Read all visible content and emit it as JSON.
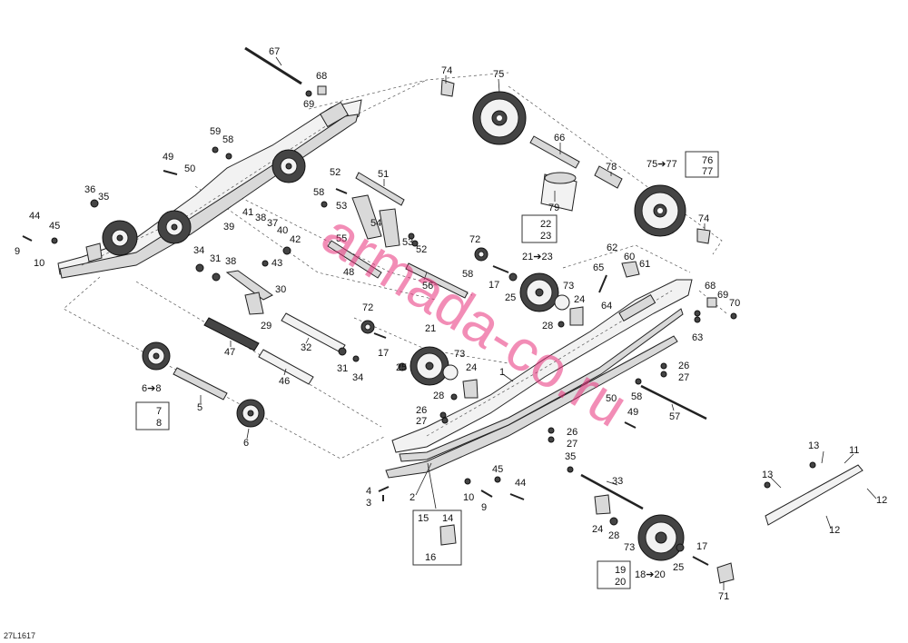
{
  "diagram": {
    "figure_code": "27L1617",
    "watermark": "armada-co.ru",
    "callouts": [
      "67",
      "68",
      "69",
      "74",
      "75",
      "66",
      "78",
      "79",
      "76",
      "77",
      "75➔77",
      "74",
      "59",
      "58",
      "49",
      "50",
      "36",
      "35",
      "44",
      "45",
      "9",
      "10",
      "52",
      "51",
      "58",
      "53",
      "54",
      "53",
      "52",
      "55",
      "48",
      "41",
      "37",
      "38",
      "40",
      "39",
      "42",
      "38",
      "43",
      "34",
      "31",
      "30",
      "29",
      "22",
      "23",
      "21➔23",
      "72",
      "58",
      "17",
      "25",
      "56",
      "62",
      "60",
      "61",
      "65",
      "64",
      "73",
      "24",
      "28",
      "68",
      "69",
      "70",
      "63",
      "72",
      "21",
      "73",
      "24",
      "17",
      "25",
      "28",
      "32",
      "47",
      "31",
      "34",
      "46",
      "1",
      "26",
      "27",
      "26",
      "27",
      "58",
      "50",
      "49",
      "57",
      "6➔8",
      "7",
      "8",
      "5",
      "6",
      "26",
      "27",
      "35",
      "4",
      "3",
      "2",
      "15",
      "14",
      "16",
      "10",
      "9",
      "45",
      "44",
      "33",
      "24",
      "28",
      "73",
      "18➔20",
      "19",
      "20",
      "25",
      "17",
      "71",
      "13",
      "11",
      "13",
      "12",
      "12"
    ]
  }
}
